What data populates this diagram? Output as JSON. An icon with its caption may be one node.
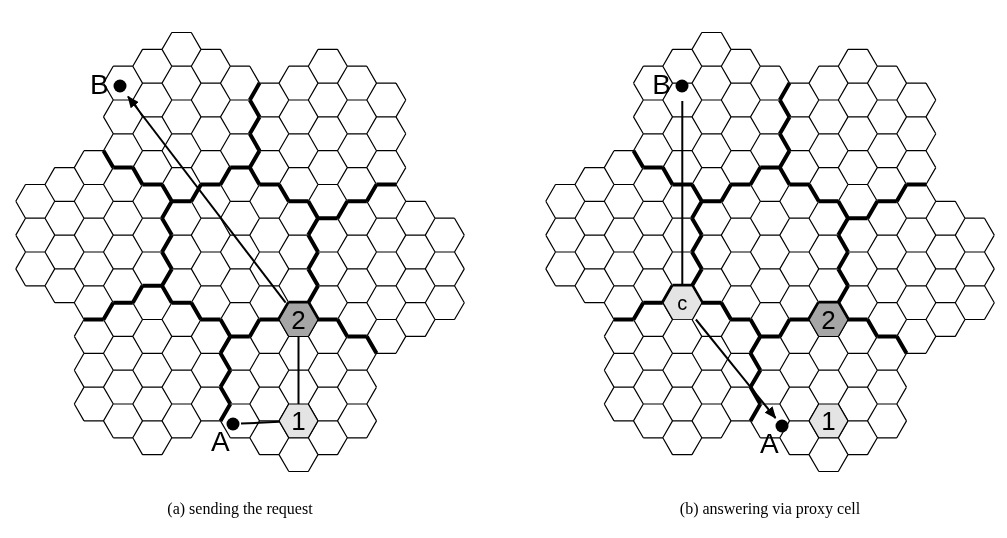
{
  "diagram": {
    "nodes": [
      {
        "text": [
          "B"
        ]
      },
      {
        "text": [
          "2"
        ]
      },
      {
        "text": [
          "A"
        ]
      },
      {
        "text": [
          "1"
        ]
      },
      {
        "text": [
          "B"
        ]
      },
      {
        "text": [
          "c"
        ]
      },
      {
        "text": [
          "2"
        ]
      },
      {
        "text": [
          "A"
        ]
      },
      {
        "text": [
          "1"
        ]
      }
    ],
    "edges": [
      {
        "from": 2,
        "to": 3,
        "arrow": "none"
      },
      {
        "from": 3,
        "to": 1,
        "arrow": "none"
      },
      {
        "from": 1,
        "to": 0,
        "arrow": "to"
      },
      {
        "from": 4,
        "to": 5,
        "arrow": "none"
      },
      {
        "from": 5,
        "to": 7,
        "arrow": "to"
      }
    ],
    "labels": [
      "(a) sending the request",
      "(b) answering via proxy cell"
    ]
  }
}
